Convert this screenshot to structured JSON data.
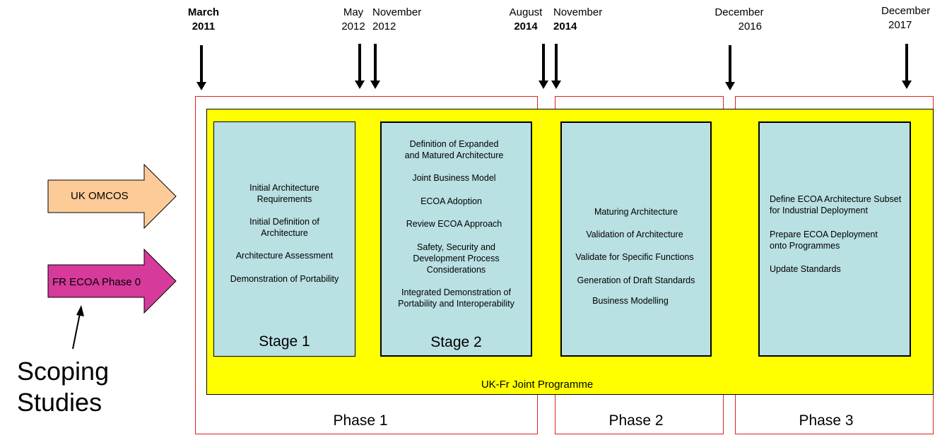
{
  "dates": [
    {
      "l1": "March",
      "l2": "2011",
      "l1_bold": true,
      "l2_bold": true
    },
    {
      "l1": "May",
      "l2": "2012",
      "l1_bold": false,
      "l2_bold": false
    },
    {
      "l1": "November",
      "l2": "2012",
      "l1_bold": false,
      "l2_bold": false
    },
    {
      "l1": "August",
      "l2": "2014",
      "l1_bold": false,
      "l2_bold": true
    },
    {
      "l1": "November",
      "l2": "2014",
      "l1_bold": false,
      "l2_bold": true
    },
    {
      "l1": "December",
      "l2": "2016",
      "l1_bold": false,
      "l2_bold": false
    },
    {
      "l1": "December",
      "l2": "2017",
      "l1_bold": false,
      "l2_bold": false
    }
  ],
  "inputs": {
    "uk": "UK OMCOS",
    "fr": "FR ECOA Phase 0",
    "scoping_line1": "Scoping",
    "scoping_line2": "Studies"
  },
  "joint_programme": "UK-Fr Joint Programme",
  "phases": [
    "Phase 1",
    "Phase 2",
    "Phase 3"
  ],
  "stage1": {
    "title": "Stage 1",
    "items": [
      "Initial Architecture Requirements",
      "Initial Definition of Architecture",
      "Architecture Assessment",
      "Demonstration of Portability"
    ]
  },
  "stage2": {
    "title": "Stage 2",
    "items": [
      "Definition of Expanded and Matured Architecture",
      "Joint Business Model",
      "ECOA Adoption",
      "Review ECOA Approach",
      "Safety, Security and Development Process Considerations",
      "Integrated Demonstration of Portability and Interoperability"
    ]
  },
  "phase2_box": {
    "items": [
      "Maturing Architecture",
      "Validation of Architecture",
      "Validate for Specific Functions",
      "Generation of Draft Standards",
      "Business Modelling"
    ]
  },
  "phase3_box": {
    "items": [
      "Define ECOA Architecture Subset for Industrial Deployment",
      "Prepare ECOA Deployment onto Programmes",
      "Update Standards"
    ]
  },
  "colors": {
    "yellow": "#ffff00",
    "stage_fill": "#b9e0e3",
    "phase_border": "#dd2222",
    "uk_arrow": "#fdcb98",
    "fr_arrow": "#d63a9b"
  }
}
